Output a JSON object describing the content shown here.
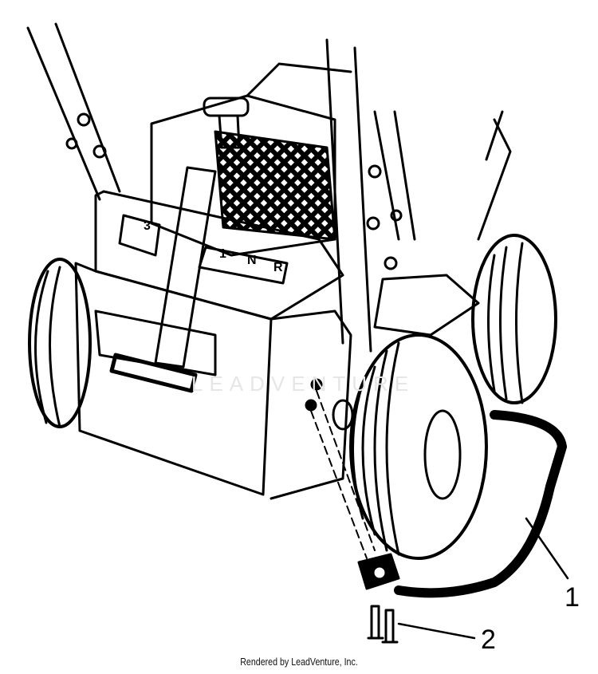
{
  "diagram": {
    "shift_labels": {
      "high": "3",
      "low": "1",
      "neutral": "N",
      "reverse": "R"
    },
    "callouts": [
      {
        "number": "1"
      },
      {
        "number": "2"
      }
    ],
    "watermark": "LEADVENTURE",
    "footer": "Rendered by LeadVenture, Inc.",
    "colors": {
      "line": "#000000",
      "background": "#ffffff"
    }
  }
}
